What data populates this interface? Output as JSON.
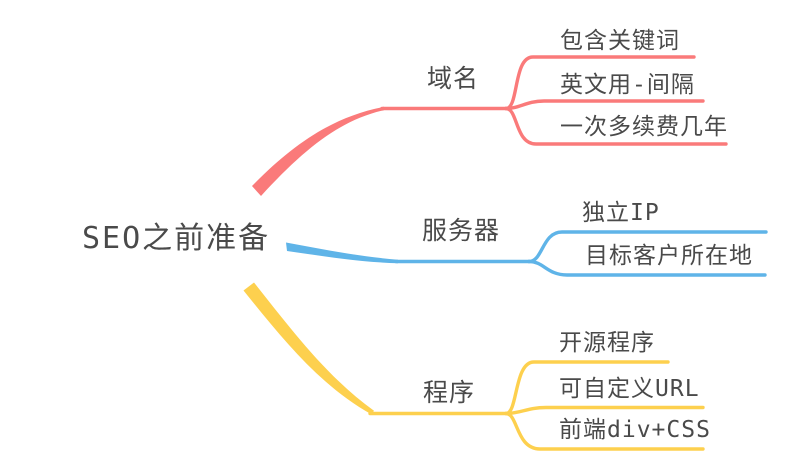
{
  "page": {
    "background_color": "#ffffff",
    "text_color": "#4a4a4a"
  },
  "root": {
    "label": "SEO之前准备"
  },
  "branches": [
    {
      "id": "domain",
      "label": "域名",
      "color": "#fa7a7a",
      "children": [
        {
          "label": "包含关键词"
        },
        {
          "label": "英文用-间隔"
        },
        {
          "label": "一次多续费几年"
        }
      ]
    },
    {
      "id": "server",
      "label": "服务器",
      "color": "#5fb4e8",
      "children": [
        {
          "label": "独立IP"
        },
        {
          "label": "目标客户所在地"
        }
      ]
    },
    {
      "id": "program",
      "label": "程序",
      "color": "#fdd04e",
      "children": [
        {
          "label": "开源程序"
        },
        {
          "label": "可自定义URL"
        },
        {
          "label": "前端div+CSS"
        }
      ]
    }
  ]
}
